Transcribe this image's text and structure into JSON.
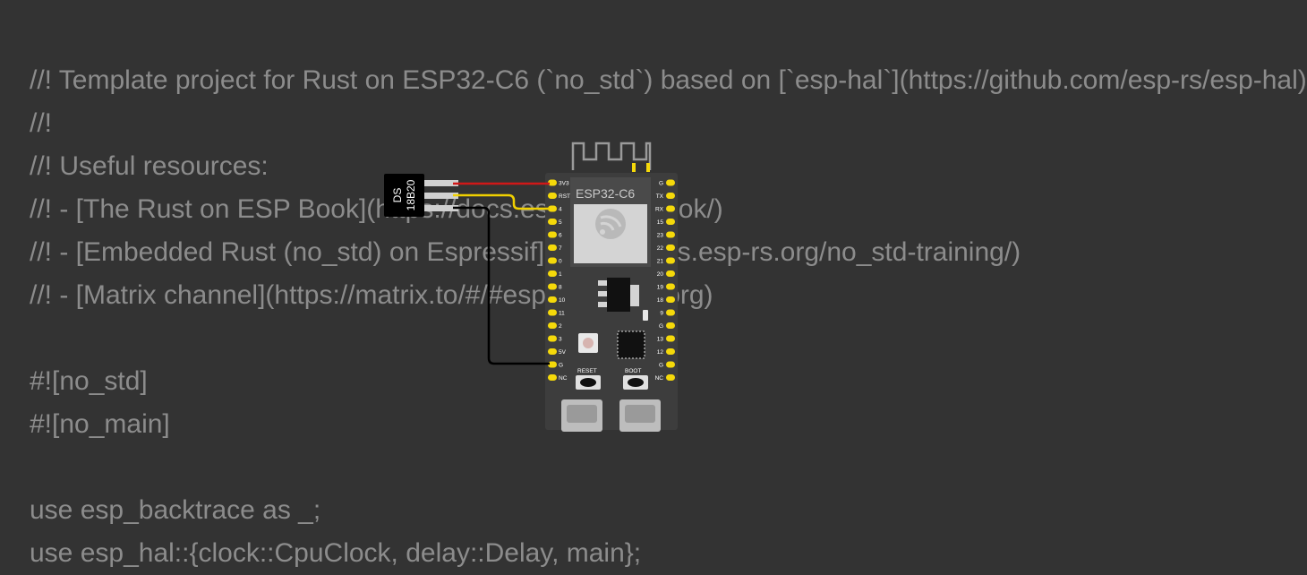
{
  "code_lines": [
    "//! Template project for Rust on ESP32-C6 (`no_std`) based on [`esp-hal`](https://github.com/esp-rs/esp-hal)",
    "//!",
    "//! Useful resources:",
    "//! - [The Rust on ESP Book](https://docs.esp-rs.org/book/)",
    "//! - [Embedded Rust (no_std) on Espressif](https://docs.esp-rs.org/no_std-training/)",
    "//! - [Matrix channel](https://matrix.to/#/#esp-rs:matrix.org)",
    "",
    "#![no_std]",
    "#![no_main]",
    "",
    "use esp_backtrace as _;",
    "use esp_hal::{clock::CpuClock, delay::Delay, main};"
  ],
  "board": {
    "name": "ESP32-C6",
    "left_pins": [
      "3V3",
      "RST",
      "4",
      "5",
      "6",
      "7",
      "0",
      "1",
      "8",
      "10",
      "11",
      "2",
      "3",
      "5V",
      "G",
      "NC"
    ],
    "right_pins": [
      "G",
      "TX",
      "RX",
      "15",
      "23",
      "22",
      "21",
      "20",
      "19",
      "18",
      "9",
      "G",
      "13",
      "12",
      "G",
      "NC"
    ],
    "reset_label": "RESET",
    "boot_label": "BOOT"
  },
  "sensor": {
    "label_line1": "DS",
    "label_line2": "18B20"
  },
  "colors": {
    "background": "#333333",
    "code_text": "#8c8c8c",
    "board": "#3d3d3d",
    "pin": "#f5d90a",
    "wire_vcc": "#d01818",
    "wire_data": "#f0d000",
    "wire_gnd": "#000000"
  }
}
